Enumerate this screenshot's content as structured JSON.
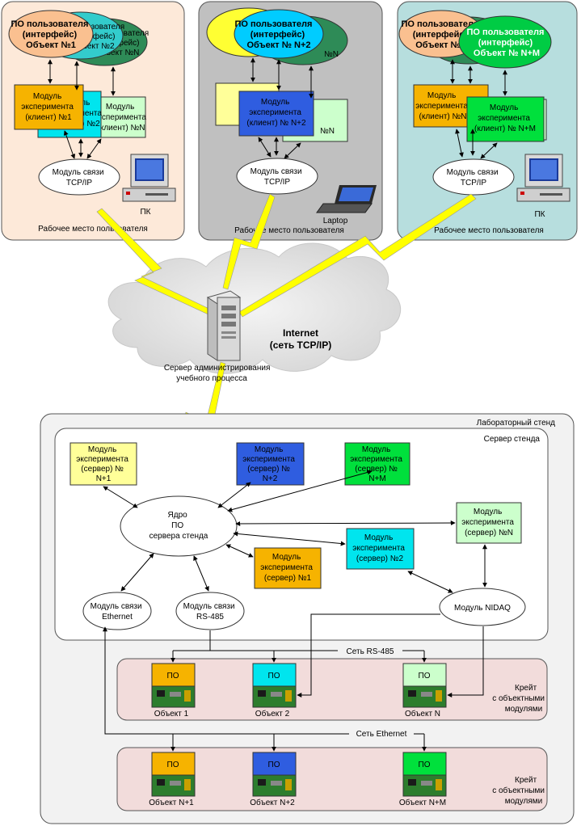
{
  "colors": {
    "ws1_bg": "#fde9d9",
    "ws2_bg": "#c0c0c0",
    "ws3_bg": "#b7dede",
    "orange": "#f6b300",
    "cyan": "#00e5ee",
    "green": "#00e03c",
    "blue": "#2f5de0",
    "yellow": "#ffff99",
    "lightgreen": "#ccffcc",
    "peach": "#fac090",
    "darkgreen": "#2e8b57",
    "lightning": "#ffff00",
    "crate_bg": "#f2dcdb"
  },
  "ws1": {
    "label": "Рабочее место пользователя",
    "pc_label": "ПК",
    "ellipse_front": [
      "ПО пользователя",
      "(интерфейс)",
      "Объект №1"
    ],
    "ellipse_mid": [
      "ПО пользователя",
      "(интерфейс)",
      "Объект №2"
    ],
    "ellipse_back": [
      "ПО пользователя",
      "(интерфейс)",
      "Объект №N"
    ],
    "module_front": [
      "Модуль",
      "эксперимента",
      "(клиент) №1"
    ],
    "module_mid": [
      "Модуль",
      "эксперимента",
      "(клиент) №2"
    ],
    "module_back": [
      "Модуль",
      "эксперимента",
      "(клиент) №N"
    ],
    "tcp": [
      "Модуль связи",
      "TCP/IP"
    ]
  },
  "ws2": {
    "label": "Рабочее место пользователя",
    "laptop_label": "Laptop",
    "ellipse_front": [
      "ПО пользователя",
      "(интерфейс)",
      "Объект № N+2"
    ],
    "ellipse_back_text": "№N",
    "module_front": [
      "Модуль",
      "эксперимента",
      "(клиент) № N+2"
    ],
    "module_back_text": "№N",
    "tcp": [
      "Модуль связи",
      "TCP/IP"
    ]
  },
  "ws3": {
    "label": "Рабочее место пользователя",
    "pc_label": "ПК",
    "ellipse_front": [
      "ПО пользователя",
      "(интерфейс)",
      "Объект № N+M"
    ],
    "ellipse_back": [
      "ПО пользователя",
      "(интерфейс)",
      "Объект №N"
    ],
    "module_front": [
      "Модуль",
      "эксперимента",
      "(клиент) № N+M"
    ],
    "module_back": [
      "Модуль",
      "эксперимента",
      "(клиент) №N"
    ],
    "tcp": [
      "Модуль связи",
      "TCP/IP"
    ]
  },
  "internet": {
    "title": "Internet",
    "subtitle": "(сеть TCP/IP)",
    "server_label": [
      "Сервер администрирования",
      "учебного процесса"
    ]
  },
  "lab": {
    "label": "Лабораторный стенд",
    "server_label": "Сервер стенда",
    "core": [
      "Ядро",
      "ПО",
      "сервера стенда"
    ],
    "mod_n1": [
      "Модуль",
      "эксперимента",
      "(сервер) №",
      "N+1"
    ],
    "mod_n2": [
      "Модуль",
      "эксперимента",
      "(сервер) №",
      "N+2"
    ],
    "mod_nm": [
      "Модуль",
      "эксперимента",
      "(сервер) №",
      "N+M"
    ],
    "mod_nn": [
      "Модуль",
      "эксперимента",
      "(сервер) №N"
    ],
    "mod_2": [
      "Модуль",
      "эксперимента",
      "(сервер) №2"
    ],
    "mod_1": [
      "Модуль",
      "эксперимента",
      "(сервер) №1"
    ],
    "eth": [
      "Модуль связи",
      "Ethernet"
    ],
    "rs485": [
      "Модуль связи",
      "RS-485"
    ],
    "nidaq": "Модуль NIDAQ",
    "net_rs485": "Сеть RS-485",
    "net_eth": "Сеть Ethernet",
    "crate1": {
      "label": [
        "Крейт",
        "с объектными",
        "модулями"
      ],
      "objects": [
        {
          "po": "ПО",
          "name": "Объект 1"
        },
        {
          "po": "ПО",
          "name": "Объект 2"
        },
        {
          "po": "ПО",
          "name": "Объект N"
        }
      ]
    },
    "crate2": {
      "label": [
        "Крейт",
        "с объектными",
        "модулями"
      ],
      "objects": [
        {
          "po": "ПО",
          "name": "Объект N+1"
        },
        {
          "po": "ПО",
          "name": "Объект N+2"
        },
        {
          "po": "ПО",
          "name": "Объект N+M"
        }
      ]
    }
  }
}
